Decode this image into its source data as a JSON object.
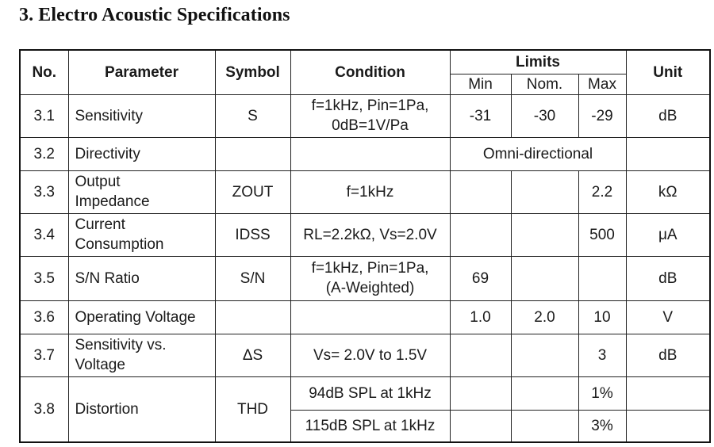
{
  "title": "3.  Electro Acoustic Specifications",
  "header": {
    "no": "No.",
    "parameter": "Parameter",
    "symbol": "Symbol",
    "condition": "Condition",
    "limits": "Limits",
    "min": "Min",
    "nom": "Nom.",
    "max": "Max",
    "unit": "Unit"
  },
  "rows": [
    {
      "no": "3.1",
      "parameter_l1": "Sensitivity",
      "parameter_l2": "",
      "symbol": "S",
      "condition_l1": "f=1kHz, Pin=1Pa,",
      "condition_l2": "0dB=1V/Pa",
      "min": "-31",
      "nom": "-30",
      "max": "-29",
      "unit": "dB"
    },
    {
      "no": "3.2",
      "parameter_l1": "Directivity",
      "parameter_l2": "",
      "symbol": "",
      "condition_l1": "",
      "condition_l2": "",
      "limits_span": "Omni-directional",
      "unit": ""
    },
    {
      "no": "3.3",
      "parameter_l1": "Output",
      "parameter_l2": "Impedance",
      "symbol": "ZOUT",
      "condition_l1": "f=1kHz",
      "condition_l2": "",
      "min": "",
      "nom": "",
      "max": "2.2",
      "unit": "kΩ"
    },
    {
      "no": "3.4",
      "parameter_l1": "Current",
      "parameter_l2": "Consumption",
      "symbol": "IDSS",
      "condition_l1": "RL=2.2kΩ, Vs=2.0V",
      "condition_l2": "",
      "min": "",
      "nom": "",
      "max": "500",
      "unit": "μA"
    },
    {
      "no": "3.5",
      "parameter_l1": "S/N Ratio",
      "parameter_l2": "",
      "symbol": "S/N",
      "condition_l1": "f=1kHz, Pin=1Pa,",
      "condition_l2": "(A-Weighted)",
      "min": "69",
      "nom": "",
      "max": "",
      "unit": "dB"
    },
    {
      "no": "3.6",
      "parameter_l1": "Operating Voltage",
      "parameter_l2": "",
      "symbol": "",
      "condition_l1": "",
      "condition_l2": "",
      "min": "1.0",
      "nom": "2.0",
      "max": "10",
      "unit": "V"
    },
    {
      "no": "3.7",
      "parameter_l1": "Sensitivity vs.",
      "parameter_l2": "Voltage",
      "symbol": "ΔS",
      "condition_l1": "Vs= 2.0V to 1.5V",
      "condition_l2": "",
      "min": "",
      "nom": "",
      "max": "3",
      "unit": "dB"
    },
    {
      "no": "3.8",
      "parameter_l1": "Distortion",
      "parameter_l2": "",
      "symbol": "THD",
      "sub": [
        {
          "condition": "94dB SPL at 1kHz",
          "min": "",
          "nom": "",
          "max": "1%",
          "unit": ""
        },
        {
          "condition": "115dB SPL at 1kHz",
          "min": "",
          "nom": "",
          "max": "3%",
          "unit": ""
        }
      ]
    }
  ]
}
